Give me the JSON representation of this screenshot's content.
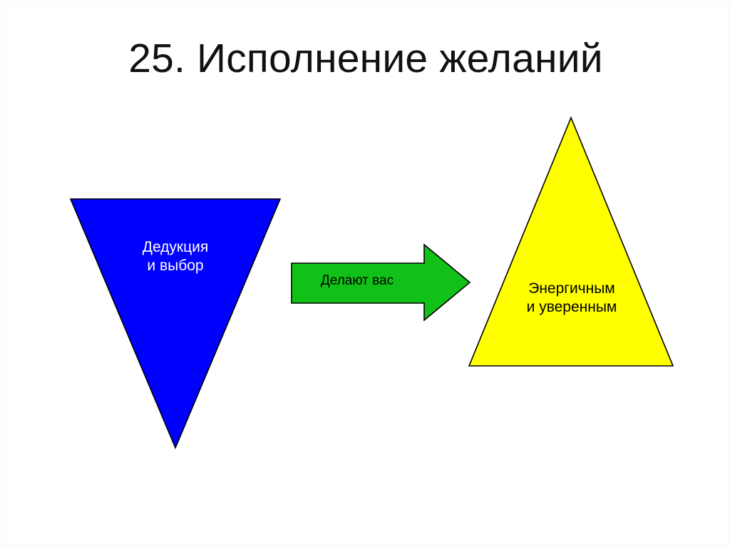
{
  "slide": {
    "title": "25. Исполнение желаний",
    "background_color": "#FFFFFF",
    "title_color": "#111111"
  },
  "diagram": {
    "type": "process-flow",
    "shapes": [
      {
        "name": "inverted-triangle",
        "label": "Дедукция\nи выбор",
        "fill_color": "#0000FF",
        "stroke_color": "#000000",
        "text_color": "#FFFFFF"
      },
      {
        "name": "right-arrow",
        "label": "Делают вас",
        "fill_color": "#12C118",
        "stroke_color": "#000000",
        "text_color": "#000000"
      },
      {
        "name": "triangle",
        "label": "Энергичным\nи уверенным",
        "fill_color": "#FFFF00",
        "stroke_color": "#000000",
        "text_color": "#000000"
      }
    ]
  }
}
